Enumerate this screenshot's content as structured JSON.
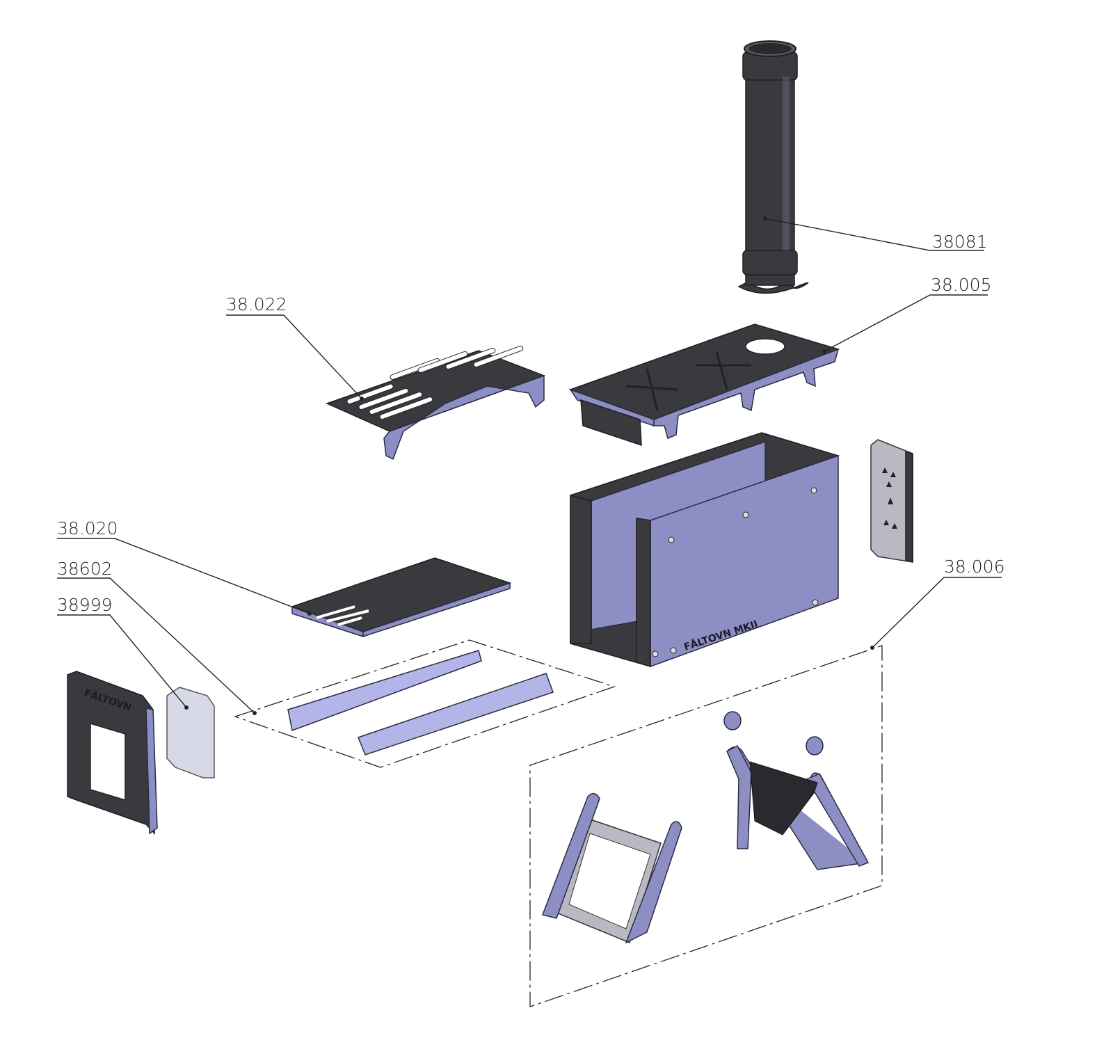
{
  "callouts": {
    "chimney_pipe": "38081",
    "top_plate": "38.005",
    "grate": "38.022",
    "ash_tray": "38.020",
    "rails": "38602",
    "glass": "38999",
    "legs": "38.006"
  },
  "branding": {
    "body": "FÅLTOVN MKII",
    "door": "FÅLTOVN"
  },
  "colors": {
    "dark_steel": "#3a3a3e",
    "lavender": "#8d8fc4",
    "line": "#222222"
  }
}
